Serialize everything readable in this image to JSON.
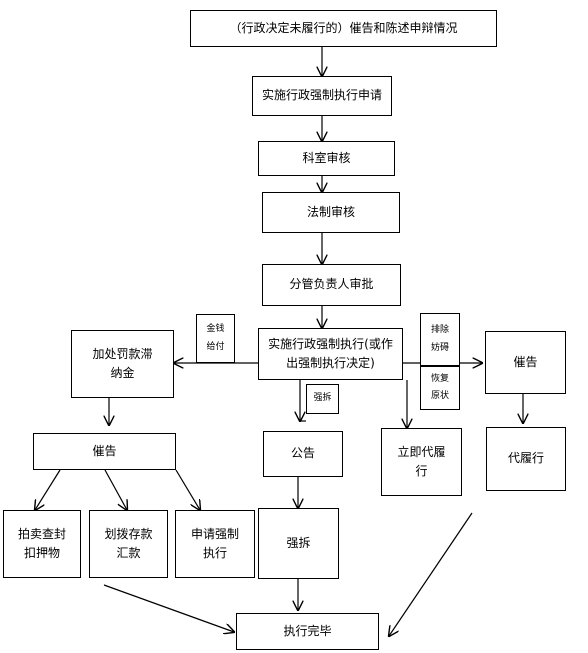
{
  "nodes": {
    "notice_statement": "（行政决定未履行的）催告和陈述申辩情况",
    "apply": "实施行政强制执行申请",
    "dept_review": "科室审核",
    "legal_review": "法制审核",
    "leader_approve": "分管负责人审批",
    "decision": "实施行政强制执行(或作出强制执行决定)",
    "money_payment": "金钱给付",
    "fine": "加处罚款滞纳金",
    "remind_left": "催告",
    "auction": "拍卖查封扣押物",
    "transfer": "划拨存款汇款",
    "apply_enforce": "申请强制执行",
    "demolish_label": "强拆",
    "announce": "公告",
    "demolish": "强拆",
    "remove_obstacle": "排除妨碍",
    "restore": "恢复原状",
    "immediate": "立即代履行",
    "remind_right": "催告",
    "proxy": "代履行",
    "done": "执行完毕"
  }
}
